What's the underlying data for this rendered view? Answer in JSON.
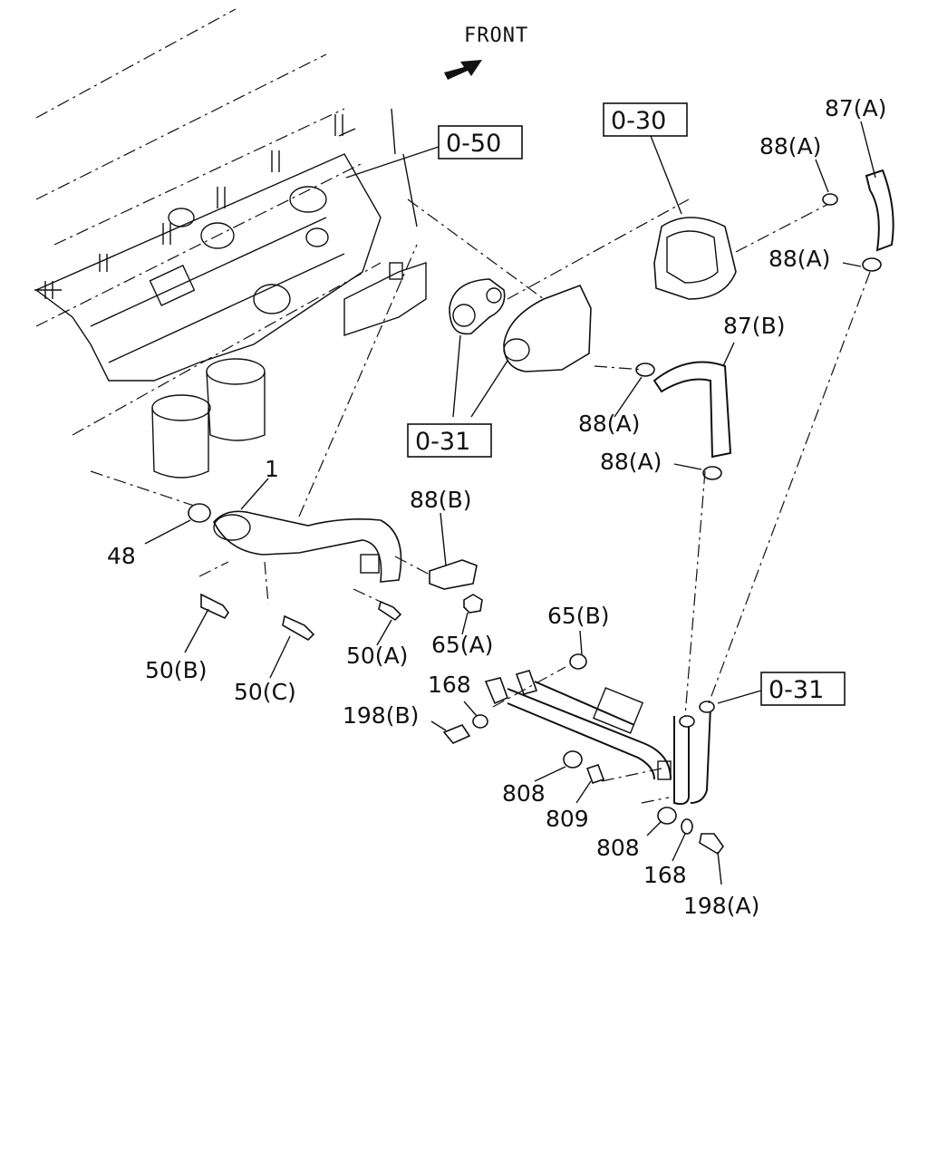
{
  "header": {
    "front_label": "FRONT"
  },
  "callouts": {
    "ref_0_50": "0-50",
    "ref_0_30": "0-30",
    "ref_0_31_top": "0-31",
    "ref_0_31_bottom": "0-31",
    "p87a": "87(A)",
    "p88a_1": "88(A)",
    "p88a_2": "88(A)",
    "p87b": "87(B)",
    "p88a_3": "88(A)",
    "p88a_4": "88(A)",
    "p1": "1",
    "p48": "48",
    "p88b": "88(B)",
    "p50b": "50(B)",
    "p50c": "50(C)",
    "p50a": "50(A)",
    "p65a": "65(A)",
    "p65b": "65(B)",
    "p168_1": "168",
    "p198b": "198(B)",
    "p808_1": "808",
    "p809": "809",
    "p808_2": "808",
    "p168_2": "168",
    "p198a": "198(A)"
  }
}
